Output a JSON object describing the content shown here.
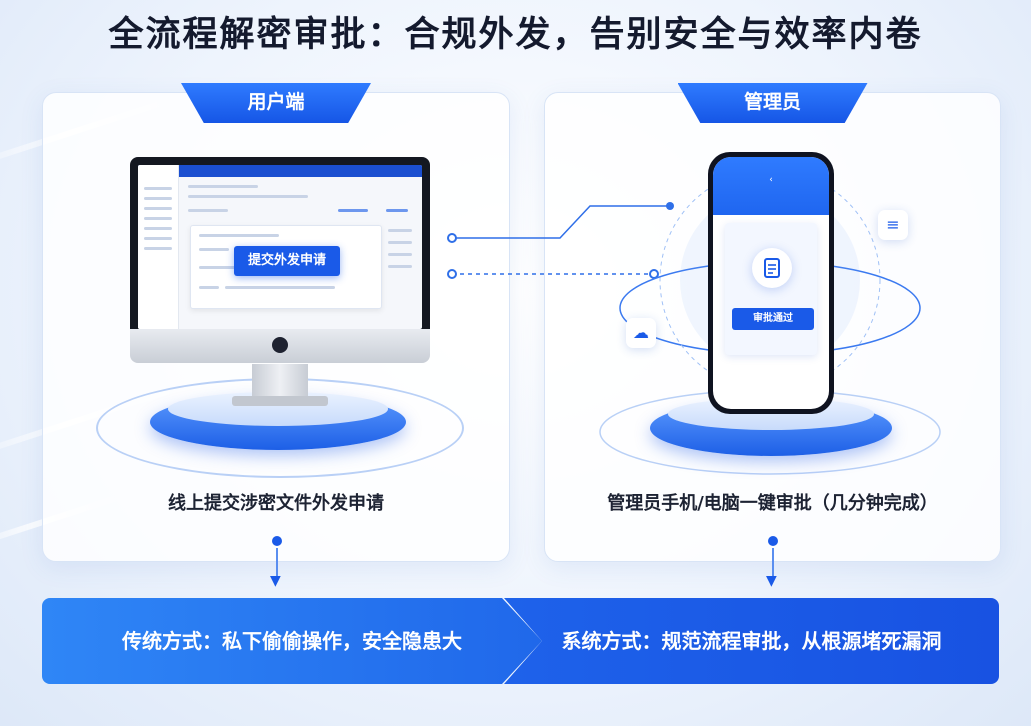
{
  "headline": "全流程解密审批：合规外发，告别安全与效率内卷",
  "user_panel": {
    "tab_label": "用户端",
    "submit_button": "提交外发申请",
    "caption": "线上提交涉密文件外发申请"
  },
  "admin_panel": {
    "tab_label": "管理员",
    "approve_button": "审批通过",
    "caption": "管理员手机/电脑一键审批（几分钟完成）"
  },
  "comparison": {
    "traditional": "传统方式：私下偷偷操作，安全隐患大",
    "system": "系统方式：规范流程审批，从根源堵死漏洞"
  },
  "colors": {
    "accent": "#1a5ae8",
    "banner_left": "#2f86f6",
    "banner_right": "#1852e2",
    "title_text": "#141a2e"
  },
  "icons": [
    "apple-logo-icon",
    "document-icon",
    "list-icon",
    "cloud-icon",
    "down-arrow-icon"
  ]
}
